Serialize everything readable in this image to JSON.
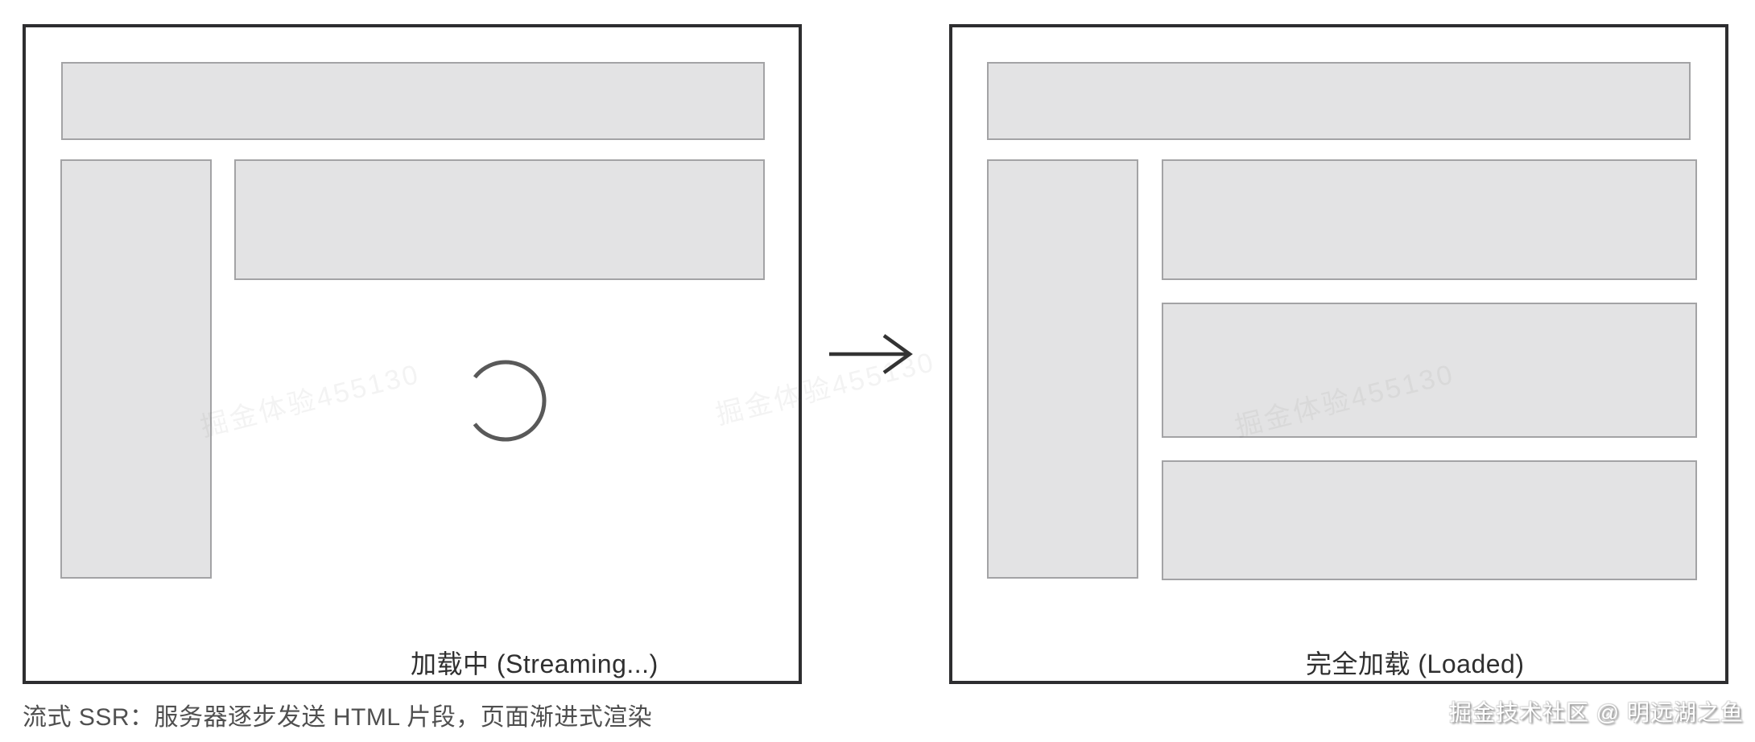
{
  "figure": {
    "caption": "流式 SSR：服务器逐步发送 HTML 片段，页面渐进式渲染",
    "credit": "掘金技术社区 @ 明远湖之鱼",
    "watermark_text": "掘金体验455130",
    "arrow_icon": "right-arrow",
    "spinner_icon": "loading-spinner"
  },
  "panels": {
    "streaming": {
      "label": "加载中 (Streaming...)"
    },
    "loaded": {
      "label": "完全加载 (Loaded)"
    }
  },
  "colors": {
    "panel_border": "#2e2e30",
    "block_fill": "#e3e3e4",
    "block_border": "#a3a3a5",
    "spinner": "#595959",
    "arrow": "#333333",
    "caption_text": "#4f4f4f",
    "label_text": "#2f2f2f"
  }
}
